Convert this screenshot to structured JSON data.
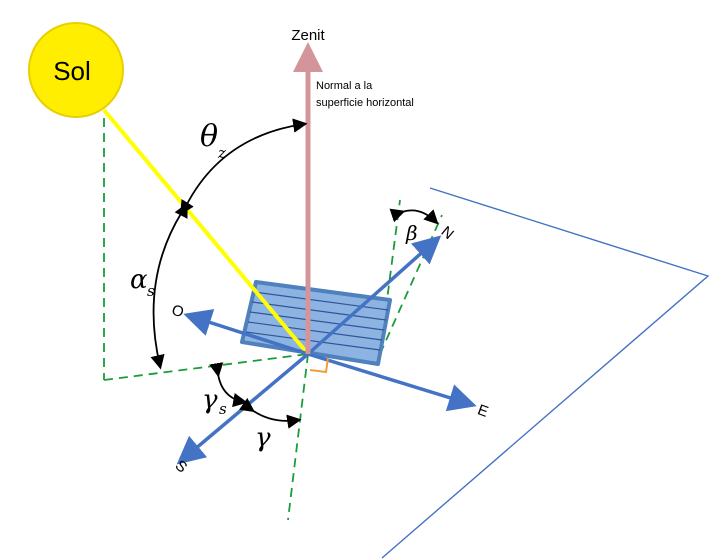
{
  "sun": {
    "label": "Sol",
    "fill": "#ffee00",
    "stroke": "#e8cf00"
  },
  "zenith": {
    "label": "Zenit",
    "color": "#d4959a"
  },
  "normal_note": {
    "line1": "Normal a la",
    "line2": "superficie horizontal"
  },
  "directions": {
    "north": "N",
    "south": "S",
    "east": "E",
    "west": "O"
  },
  "angles": {
    "zenith": {
      "symbol": "θ",
      "sub": "z"
    },
    "altitude": {
      "symbol": "α",
      "sub": "s"
    },
    "tilt": {
      "symbol": "β"
    },
    "solar_azimuth": {
      "symbol": "γ",
      "sub": "s"
    },
    "surface_azimuth": {
      "symbol": "γ"
    }
  },
  "colors": {
    "axis": "#4472c4",
    "ray": "#ffff00",
    "guides": "#1a9c3a",
    "panel": "#8db3e2",
    "panel_border": "#4f81bd",
    "right_angle": "#f39c3a"
  }
}
